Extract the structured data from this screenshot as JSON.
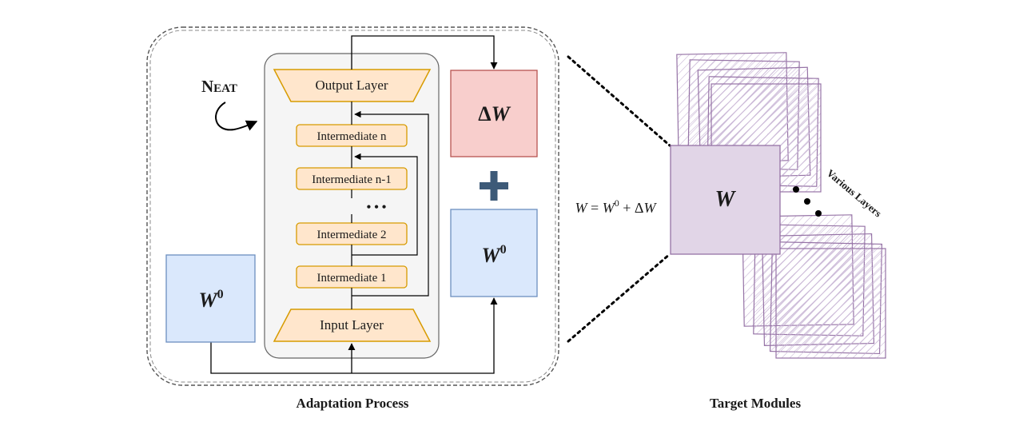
{
  "adaptation": {
    "caption": "Adaptation Process",
    "neat_label": "Neat",
    "w0_left": {
      "base": "W",
      "sup": "0"
    },
    "w0_right": {
      "base": "W",
      "sup": "0"
    },
    "delta_w": {
      "delta": "Δ",
      "base": "W"
    },
    "plus_symbol": "+",
    "layers": {
      "output": "Output Layer",
      "input": "Input Layer",
      "intermediate": [
        "Intermediate n",
        "Intermediate n-1",
        "Intermediate 2",
        "Intermediate 1"
      ],
      "ellipsis": "• • •"
    }
  },
  "equation": {
    "lhs": "W",
    "eq": " = ",
    "w0": "W",
    "w0_sup": "0",
    "plus": " + ",
    "delta": "Δ",
    "w": "W"
  },
  "target": {
    "caption": "Target Modules",
    "w_label": "W",
    "various_layers": "Various Layers"
  },
  "colors": {
    "blue_fill": "#dae8fc",
    "blue_stroke": "#6c8ebf",
    "red_fill": "#f8cecc",
    "red_stroke": "#b85450",
    "orange_fill": "#ffe6cc",
    "orange_stroke": "#d79b00",
    "purple_fill": "#e1d5e7",
    "purple_stroke": "#9673a6",
    "panel_fill": "#f5f5f5",
    "plus_color": "#3d5a78"
  }
}
